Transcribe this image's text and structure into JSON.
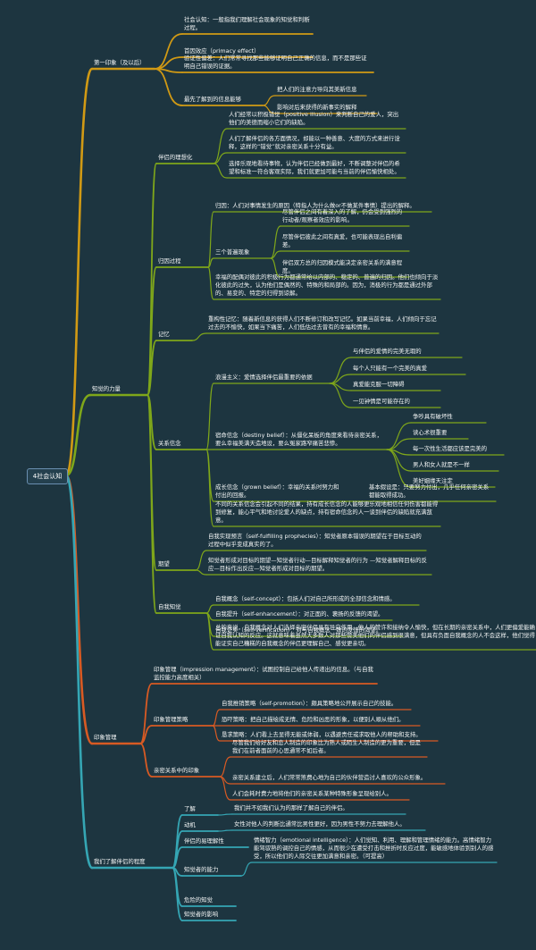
{
  "root": {
    "label": "4社会认知"
  },
  "colors": {
    "background": "#1d3540",
    "branch1": "#d19a14",
    "branch2": "#7fa71a",
    "branch3": "#d85a23",
    "branch4": "#35a6b4"
  },
  "branches": [
    {
      "label": "第一印象（及以后）",
      "children": [
        {
          "label": "社会认知：一般指我们理解社会现象的知觉和判断过程。"
        },
        {
          "label": "首因效应（primacy effect）"
        },
        {
          "label": "验证性偏差：人们常常寻找那些能够证明自己正确的信息，而不是那些证明自己错误的证据。"
        },
        {
          "label": "最先了解到的信息能够",
          "children": [
            {
              "label": "把人们的注意力导向其美新信息"
            },
            {
              "label": "影响对后来获得的新事实的解释"
            }
          ]
        }
      ]
    },
    {
      "label": "知觉的力量",
      "children": [
        {
          "label": "伴侣的理想化",
          "children": [
            {
              "label": "人们经常以积极错觉（positive illusion）来判断自己的爱人，突出他们的美德而缩小它们的缺陷。"
            },
            {
              "label": "人们了解伴侣的各方面情况，却能以一种善意、大度的方式来进行诠释，这样的“错觉”就对亲密关系十分有益。"
            },
            {
              "label": "选择乐观地看待事物，认为伴侣已经做到最好，不断调整对伴侣的希望和标准一符合客观实际，我们就更加可能与当前的伴侣愉快相处。"
            }
          ]
        },
        {
          "label": "归因过程",
          "children": [
            {
              "label": "归因：人们对事情发生的原因（特指人为什么做or不做某件事情）提出的解释。"
            },
            {
              "label": "三个普遍现象",
              "children": [
                {
                  "label": "尽管伴侣之间有着深入的了解，仍会受到强烈的行动者/观察者效应的影响。"
                },
                {
                  "label": "尽管伴侣彼此之间有真爱，也可能表现出自利偏差。"
                },
                {
                  "label": "伴侣双方总的归因模式能决定亲密关系的满意程度。"
                }
              ]
            },
            {
              "label": "幸福的配偶对彼此的积极行为都通常给以内部的、稳定的、普遍的归因。他们也倾向于淡化彼此的过失，认为他们是偶然的、特殊的和局部的。因为，消极的行为都是通过外部的、易变的、特定的归得到谅解。"
            }
          ]
        },
        {
          "label": "记忆",
          "children": [
            {
              "label": "重构性记忆：随着新信息的获得人们不断修订和改写记忆。如果当前幸福，人们倾向于忘记过去的不愉快，如果当下痛苦，人们低估过去曾有的幸福和情意。"
            }
          ]
        },
        {
          "label": "关系信念",
          "children": [
            {
              "label": "浪漫主义：爱情选择伴侣最重要的依据",
              "children": [
                {
                  "label": "与伴侣的爱情的完美无瑕的"
                },
                {
                  "label": "每个人只能有一个完美的真爱"
                },
                {
                  "label": "真爱能克服一切障碍"
                },
                {
                  "label": "一见钟情是可能存在的"
                }
              ]
            },
            {
              "label": "宿命信念（destiny belief）：从僵化呆板的角度来看待亲密关系，要么幸福美满天造地设，要么冤家路窄痛苦悲惨。",
              "children": [
                {
                  "label": "争吵具有破坏性"
                },
                {
                  "label": "读心术很重要"
                },
                {
                  "label": "每一次性生活都应该是完美的"
                },
                {
                  "label": "男人和女人就是不一样"
                },
                {
                  "label": "美好姻缘天注定"
                }
              ]
            },
            {
              "label": "成长信念（grown belief）：幸福的关系时努力和付出的回报。",
              "children": [
                {
                  "label": "基本假设是：只要努力付出，几乎任何亲密关系都能取得成功。"
                }
              ]
            },
            {
              "label": "不同的关系信念会引起不同的结果，持有成长信念的人能够更乐观地相信任何伤害都能得到修复，能心平气和地讨论爱人的缺点，持有宿命信念的人一谈到伴侣的缺陷就充满敌意。"
            }
          ]
        },
        {
          "label": "期望",
          "children": [
            {
              "label": "自我实现预言（self-fulfilling prophecies）：知觉者原本错误的期望在于目标互动的过程中似乎变成真实的了。"
            },
            {
              "label": "知觉者形成对目标的期望—知觉者行动—目标解释知觉者的行为 —知觉者解释目标的反应—目标作出反应—知觉者形成对目标的期望。"
            }
          ]
        },
        {
          "label": "自我知觉",
          "children": [
            {
              "label": "自我概念（self-concept）：包括人们对自己所形成的全部信念和情感。"
            },
            {
              "label": "自我提升（self-enhancement）：对正面的、褒扬的反馈的渴望。"
            },
            {
              "label": "自我证实（self-verification）：对与自我概念一致的反馈的渴望。"
            },
            {
              "label": "总的来说，自我概念对人们选择亲密伴侣具有导向作用。他人的赞许和接纳令人愉快，但在长期的亲密关系中，人们更偏爱能确证自我认知的反应。这就意味着虽然大多数人对那些赞美他们的伴侣感到很满意，但具有负面自我概念的人不会这样，他们觉得能证实自己糟糕的自我概念的伴侣更理解自己、感觉更亲切。"
            }
          ]
        }
      ]
    },
    {
      "label": "印象管理",
      "children": [
        {
          "label": "印象管理（impression management）：试图控制自己给他人传递出的信息。（与自我监控能力高度相关）"
        },
        {
          "label": "印象管理策略",
          "children": [
            {
              "label": "自我推销策略（self-promotion）：颇具策略地公开展示自己的技能。"
            },
            {
              "label": "恐吓策略：把自己描绘成无情、危险和凶恶的形象，以便别人顺从他们。"
            },
            {
              "label": "恳求策略：人们看上去显得无能或体弱，以遇避责任或求取他人的帮助和支持。"
            }
          ]
        },
        {
          "label": "亲密关系中的印象",
          "children": [
            {
              "label": "尽管我们给好友和恋人制造的印象比为熟人或陌生人制造的更为重要，但是我们在前者面前的心思通常不如后者。"
            },
            {
              "label": "亲密关系建立后，人们常常煞费心地为自己的伙伴营造讨人喜欢的公众形象。"
            },
            {
              "label": "人们会耗时费力地将他们的亲密关系某种特殊形象呈现给别人。"
            }
          ]
        }
      ]
    },
    {
      "label": "我们了解伴侣的程度",
      "children": [
        {
          "label": "了解",
          "children": [
            {
              "label": "我们并不如我们认为的那样了解自己的伴侣。"
            }
          ]
        },
        {
          "label": "动机",
          "children": [
            {
              "label": "女性对他人的判断比通常比男性更好，因为男性不努力去理解他人。"
            }
          ]
        },
        {
          "label": "伴侣的易理解性"
        },
        {
          "label": "知觉者的能力",
          "children": [
            {
              "label": "情绪智力（emotional intelligence）：人们觉知、利用、理解和管理情绪的能力。高情绪智力能驾驭熟的调控自己的情感，从而很少在遭受打击和挫折时反应过度，能敏感地体验到别人的感受，所以他们的人际交往更加满意和亲密。（可提高）"
            }
          ]
        },
        {
          "label": "危险的知觉"
        },
        {
          "label": "知觉者的影响"
        }
      ]
    }
  ]
}
